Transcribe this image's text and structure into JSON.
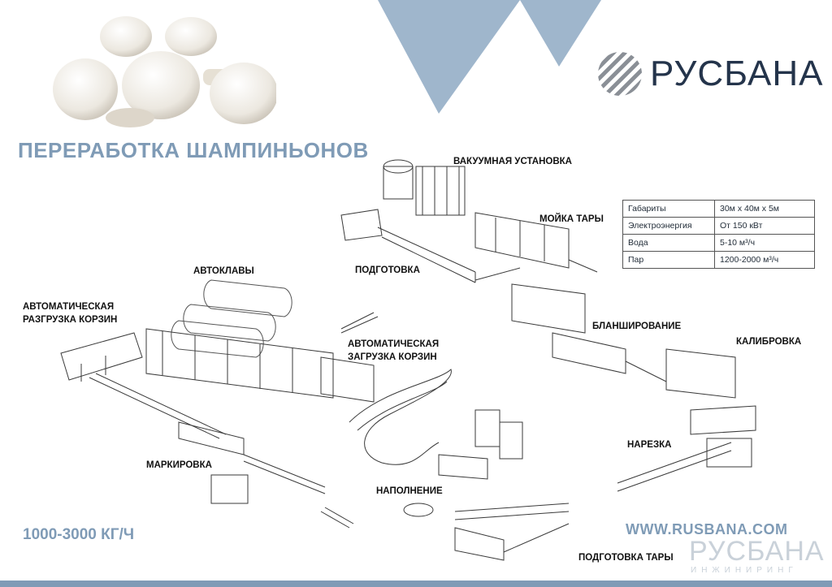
{
  "brand": {
    "name": "РУСБАНА",
    "website": "WWW.RUSBANA.COM",
    "watermark_name": "РУСБАНА",
    "watermark_sub": "ИНЖИНИРИНГ"
  },
  "title": "ПЕРЕРАБОТКА ШАМПИНЬОНОВ",
  "capacity": "1000-3000 КГ/Ч",
  "stations": {
    "vacuum": "ВАКУУМНАЯ УСТАНОВКА",
    "washing": "МОЙКА ТАРЫ",
    "preparation": "ПОДГОТОВКА",
    "autoclaves": "АВТОКЛАВЫ",
    "unloading_1": "АВТОМАТИЧЕСКАЯ",
    "unloading_2": "РАЗГРУЗКА КОРЗИН",
    "loading_1": "АВТОМАТИЧЕСКАЯ",
    "loading_2": "ЗАГРУЗКА КОРЗИН",
    "blanching": "БЛАНШИРОВАНИЕ",
    "calibration": "КАЛИБРОВКА",
    "cutting": "НАРЕЗКА",
    "labeling": "МАРКИРОВКА",
    "filling": "НАПОЛНЕНИЕ",
    "container_prep": "ПОДГОТОВКА ТАРЫ"
  },
  "specs": {
    "rows": [
      {
        "param": "Габариты",
        "value": "30м х 40м х 5м"
      },
      {
        "param": "Электроэнергия",
        "value": "От 150 кВт"
      },
      {
        "param": "Вода",
        "value": "5-10 м³/ч"
      },
      {
        "param": "Пар",
        "value": "1200-2000 м³/ч"
      }
    ]
  },
  "colors": {
    "accent": "#7f9bb6",
    "brand_dark": "#24344b",
    "triangle": "#9fb6cc"
  },
  "icons": {
    "logo": "striped-sphere-icon",
    "photo": "mushrooms-photo"
  }
}
